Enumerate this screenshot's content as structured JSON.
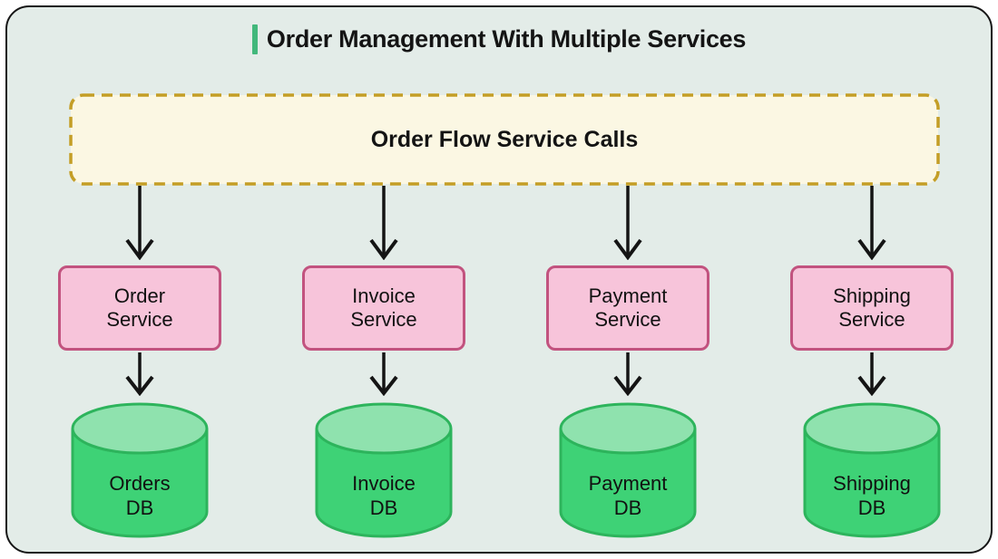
{
  "header": {
    "title": "Order Management With Multiple Services"
  },
  "flow_box": {
    "label": "Order Flow Service Calls"
  },
  "columns": [
    {
      "service_label": "Order\nService",
      "db_label": "Orders\nDB"
    },
    {
      "service_label": "Invoice\nService",
      "db_label": "Invoice\nDB"
    },
    {
      "service_label": "Payment\nService",
      "db_label": "Payment\nDB"
    },
    {
      "service_label": "Shipping\nService",
      "db_label": "Shipping\nDB"
    }
  ],
  "colors": {
    "outer_background": "#ffffff",
    "canvas_background": "#e3ece8",
    "canvas_border": "#161616",
    "title_accent": "#42b87b",
    "flow_box_fill": "#fbf7e3",
    "flow_box_border": "#c49e26",
    "service_fill": "#f7c4da",
    "service_border": "#c2537f",
    "db_body_fill": "#3ed276",
    "db_top_fill": "#8fe2ae",
    "db_border": "#2db45c",
    "arrow": "#141414",
    "text": "#111111"
  }
}
